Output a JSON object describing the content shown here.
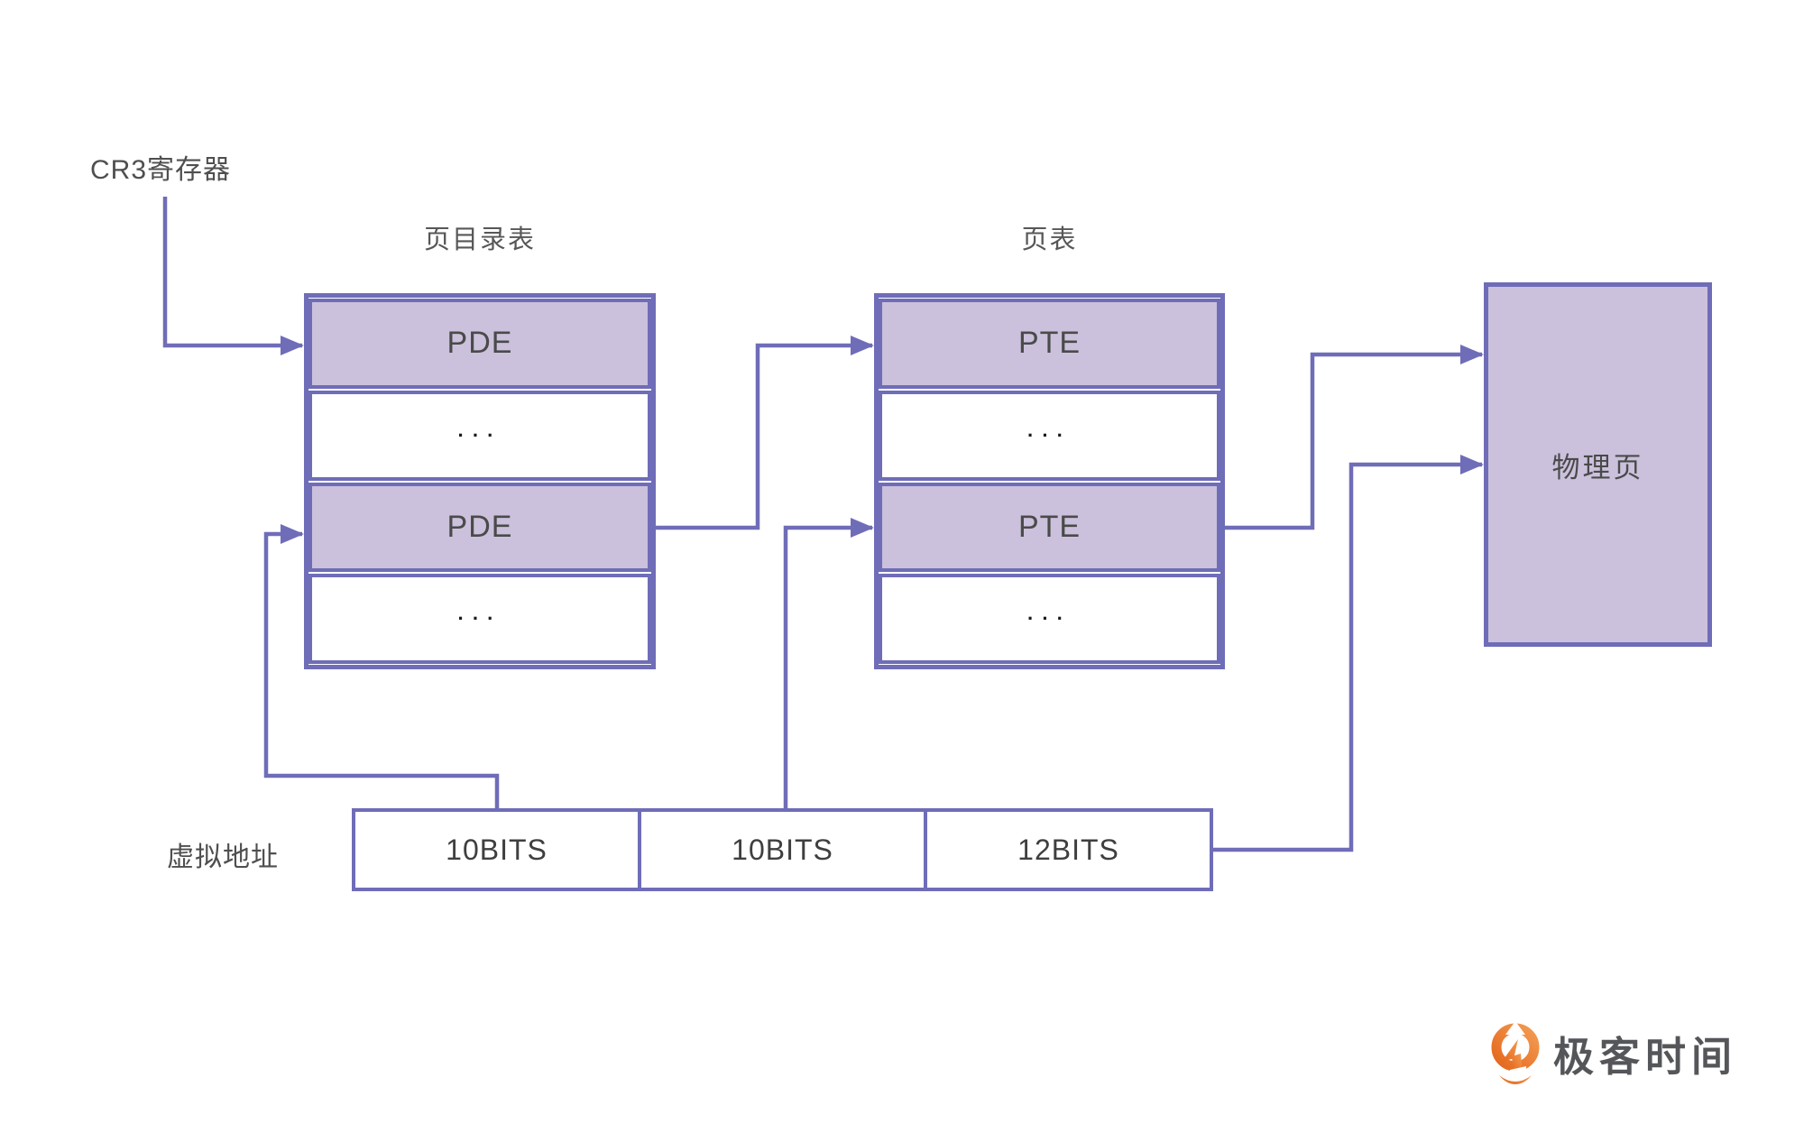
{
  "diagram": {
    "cr3_label": "CR3寄存器",
    "page_directory": {
      "title": "页目录表",
      "rows": [
        "PDE",
        "···",
        "PDE",
        "···"
      ]
    },
    "page_table": {
      "title": "页表",
      "rows": [
        "PTE",
        "···",
        "PTE",
        "···"
      ]
    },
    "physical_page_label": "物理页",
    "virtual_address": {
      "label": "虚拟地址",
      "cells": [
        "10BITS",
        "10BITS",
        "12BITS"
      ]
    },
    "colors": {
      "line": "#6f6db8",
      "box_fill": "#cbc1dc",
      "text": "#4a4a4a"
    }
  },
  "branding": {
    "wordmark": "极客时间",
    "icon": "geektime-icon",
    "icon_color": "#ed7328",
    "wordmark_color": "#55565a"
  }
}
